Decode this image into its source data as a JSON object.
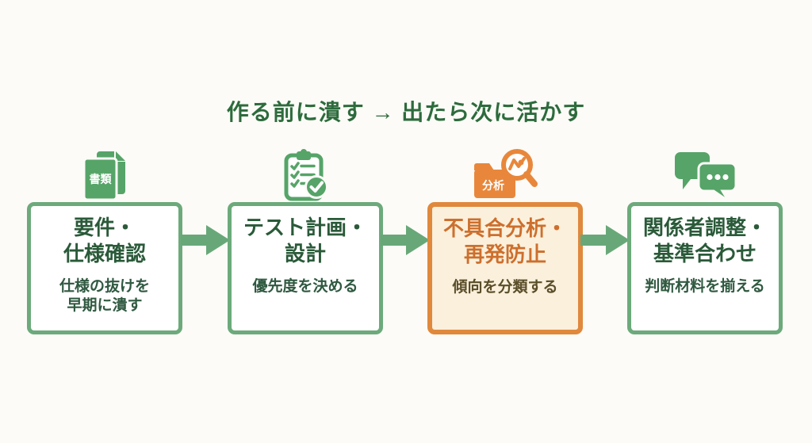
{
  "page": {
    "title": "作る前に潰す → 出たら次に活かす"
  },
  "colors": {
    "background": "#fcfbf7",
    "title_green": "#2d6b3c",
    "green_border": "#6caa7b",
    "green_icon": "#56a468",
    "green_box_title": "#2a5a39",
    "green_box_subtitle": "#2f5940",
    "arrow_green": "#68a878",
    "orange_border": "#e0883c",
    "orange_box_fill": "#fbf0dc",
    "orange_icon": "#e8873b",
    "orange_box_title": "#cd6f2d",
    "orange_box_subtitle": "#5a4e2a"
  },
  "steps": [
    {
      "icon": "documents-icon",
      "icon_label": "書類",
      "title_line1": "要件・",
      "title_line2": "仕様確認",
      "subtitle_line1": "仕様の抜けを",
      "subtitle_line2": "早期に潰す",
      "variant": "green"
    },
    {
      "icon": "checklist-clipboard-icon",
      "title_line1": "テスト計画・",
      "title_line2": "設計",
      "subtitle_line1": "優先度を決める",
      "variant": "green"
    },
    {
      "icon": "analysis-magnifier-icon",
      "icon_label": "分析",
      "title_line1": "不具合分析・",
      "title_line2": "再発防止",
      "subtitle_line1": "傾向を分類する",
      "variant": "orange"
    },
    {
      "icon": "chat-bubbles-icon",
      "title_line1": "関係者調整・",
      "title_line2": "基準合わせ",
      "subtitle_line1": "判断材料を揃える",
      "variant": "green"
    }
  ]
}
